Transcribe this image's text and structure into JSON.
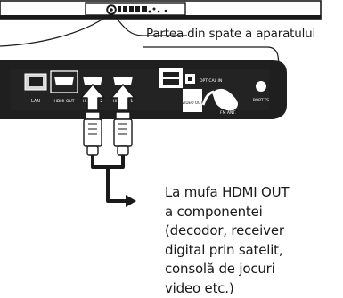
{
  "labels": {
    "back_of_unit": "Partea din spate a aparatului",
    "destination_lines": [
      "La mufa HDMI OUT",
      "a componentei",
      "(decodor, receiver",
      "digital prin satelit,",
      "consolă de jocuri",
      "video etc.)"
    ]
  },
  "panel": {
    "ports": {
      "lan": "LAN",
      "hdmi_out": "HDMI OUT",
      "hdmi_in_2": "HDMI IN 2",
      "hdmi_in_1": "HDMI IN 1",
      "optical_in": "OPTICAL IN",
      "video_out": "VIDEO OUT",
      "fm_ant": "FM ANT.",
      "port_ts": "PORT.TS"
    }
  },
  "colors": {
    "ink": "#1a1a1a",
    "panel_fill": "#1f1f1f",
    "port_fill": "#ffffff"
  }
}
